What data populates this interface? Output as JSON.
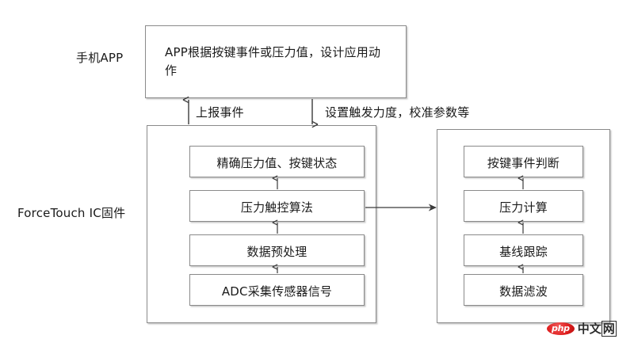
{
  "diagram": {
    "title_text_present": false,
    "tier_labels": [
      {
        "name": "phone-app",
        "label": "手机APP"
      },
      {
        "name": "forcetouch-firmware",
        "label": "ForceTouch IC固件"
      }
    ],
    "app_box": {
      "text": "APP根据按键事件或压力值，设计应用动作"
    },
    "arrow_captions": [
      {
        "name": "report-event",
        "label": "上报事件",
        "direction": "up"
      },
      {
        "name": "config-params",
        "label": "设置触发力度，校准参数等",
        "direction": "down"
      }
    ],
    "firmware_left_column": [
      {
        "label": "精确压力值、按键状态"
      },
      {
        "label": "压力触控算法"
      },
      {
        "label": "数据预处理"
      },
      {
        "label": "ADC采集传感器信号"
      }
    ],
    "firmware_right_column": [
      {
        "label": "按键事件判断"
      },
      {
        "label": "压力计算"
      },
      {
        "label": "基线跟踪"
      },
      {
        "label": "数据滤波"
      }
    ],
    "watermark": {
      "badge": "php",
      "text_cn": "中文",
      "text_boxed": "网"
    },
    "colors": {
      "background": "#ffffff",
      "box_border": "#8a8a8a",
      "text": "#1a1a1a",
      "arrow": "#3a3a3a",
      "watermark_red": "#e02020"
    }
  }
}
